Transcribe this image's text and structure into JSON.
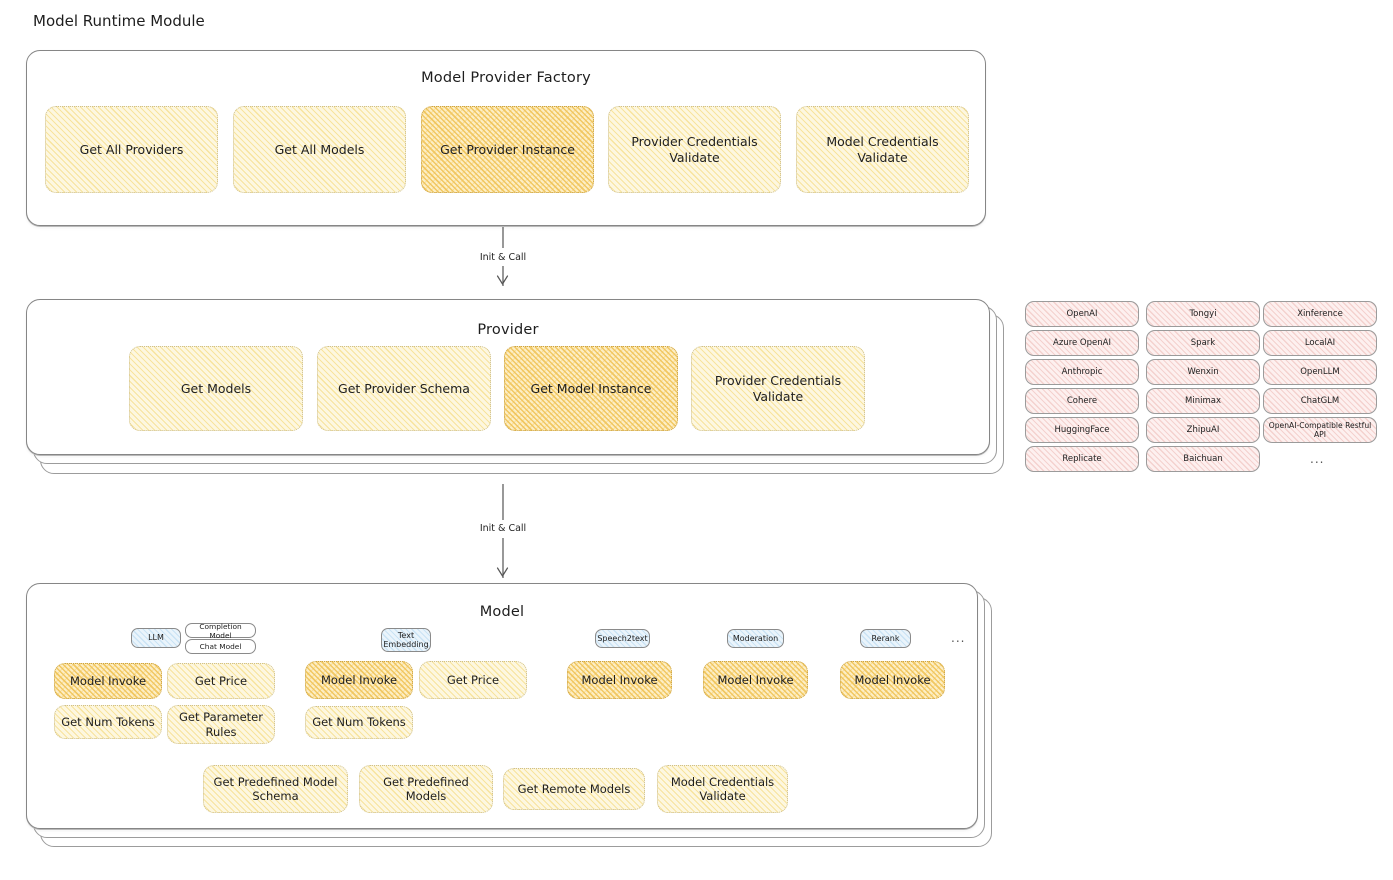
{
  "header": {
    "title": "Model Runtime Module"
  },
  "edges": [
    {
      "label": "Init & Call"
    },
    {
      "label": "Init & Call"
    }
  ],
  "panels": {
    "factory": {
      "title": "Model Provider Factory",
      "nodes": [
        {
          "label": "Get All Providers",
          "highlighted": false
        },
        {
          "label": "Get All Models",
          "highlighted": false
        },
        {
          "label": "Get Provider Instance",
          "highlighted": true
        },
        {
          "label": "Provider Credentials Validate",
          "highlighted": false
        },
        {
          "label": "Model Credentials Validate",
          "highlighted": false
        }
      ]
    },
    "provider": {
      "title": "Provider",
      "nodes": [
        {
          "label": "Get Models",
          "highlighted": false
        },
        {
          "label": "Get Provider Schema",
          "highlighted": false
        },
        {
          "label": "Get Model Instance",
          "highlighted": true
        },
        {
          "label": "Provider Credentials Validate",
          "highlighted": false
        }
      ]
    },
    "model": {
      "title": "Model",
      "ellipsis": "...",
      "types": [
        {
          "name": "LLM",
          "sub": [
            "Completion Model",
            "Chat Model"
          ]
        },
        {
          "name": "Text Embedding",
          "sub": []
        },
        {
          "name": "Speech2text",
          "sub": []
        },
        {
          "name": "Moderation",
          "sub": []
        },
        {
          "name": "Rerank",
          "sub": []
        }
      ],
      "columns": [
        {
          "nodes": [
            {
              "label": "Model Invoke",
              "highlighted": true
            },
            {
              "label": "Get Num Tokens",
              "highlighted": false
            },
            {
              "label": "Get Price",
              "highlighted": false
            },
            {
              "label": "Get Parameter Rules",
              "highlighted": false
            }
          ]
        },
        {
          "nodes": [
            {
              "label": "Model Invoke",
              "highlighted": true
            },
            {
              "label": "Get Num Tokens",
              "highlighted": false
            },
            {
              "label": "Get Price",
              "highlighted": false
            }
          ]
        },
        {
          "nodes": [
            {
              "label": "Model Invoke",
              "highlighted": true
            }
          ]
        },
        {
          "nodes": [
            {
              "label": "Model Invoke",
              "highlighted": true
            }
          ]
        },
        {
          "nodes": [
            {
              "label": "Model Invoke",
              "highlighted": true
            }
          ]
        }
      ],
      "shared_nodes": [
        {
          "label": "Get Predefined Model Schema",
          "highlighted": false
        },
        {
          "label": "Get Predefined Models",
          "highlighted": false
        },
        {
          "label": "Get Remote Models",
          "highlighted": false
        },
        {
          "label": "Model Credentials Validate",
          "highlighted": false
        }
      ]
    }
  },
  "provider_list": {
    "ellipsis": "...",
    "columns": [
      {
        "items": [
          "OpenAI",
          "Azure OpenAI",
          "Anthropic",
          "Cohere",
          "HuggingFace",
          "Replicate"
        ]
      },
      {
        "items": [
          "Tongyi",
          "Spark",
          "Wenxin",
          "Minimax",
          "ZhipuAI",
          "Baichuan"
        ]
      },
      {
        "items": [
          "Xinference",
          "LocalAI",
          "OpenLLM",
          "ChatGLM",
          "OpenAI-Compatible Restful API"
        ]
      }
    ]
  },
  "colors": {
    "node_fill": "#fdf7e0",
    "node_highlight_fill": "#fdeec4",
    "provider_chip_fill": "#fdf0ef",
    "type_chip_fill": "#eaf4fb",
    "stroke": "#868686",
    "text": "#1e1e1e"
  }
}
